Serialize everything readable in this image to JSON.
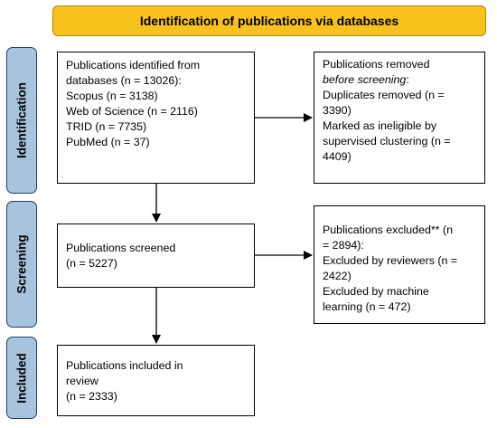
{
  "header": {
    "title": "Identification of publications via databases"
  },
  "stages": {
    "identification": "Identification",
    "screening": "Screening",
    "included": "Included"
  },
  "boxes": {
    "identified": {
      "lines": [
        "Publications identified from",
        "databases (n = 13026):",
        "Scopus (n = 3138)",
        "Web of Science (n = 2116)",
        "TRID (n = 7735)",
        "PubMed (n = 37)"
      ]
    },
    "removed": {
      "line1": "Publications removed",
      "line2": "before screening",
      "line2_suffix": ":",
      "lines_rest": [
        "Duplicates removed (n =",
        "3390)",
        "Marked as ineligible by",
        "supervised clustering (n =",
        "4409)"
      ]
    },
    "screened": {
      "lines": [
        "Publications screened",
        "(n = 5227)"
      ]
    },
    "excluded": {
      "lines": [
        "Publications excluded** (n",
        "= 2894):",
        "Excluded by reviewers (n =",
        "2422)",
        "Excluded by machine",
        "learning (n = 472)"
      ]
    },
    "included": {
      "lines": [
        "Publications included in",
        "review",
        "(n = 2333)"
      ]
    }
  },
  "colors": {
    "header_fill": "#F7C11E",
    "header_border": "#B8860B",
    "stage_fill": "#A8C3DE",
    "stage_border": "#24405F"
  }
}
